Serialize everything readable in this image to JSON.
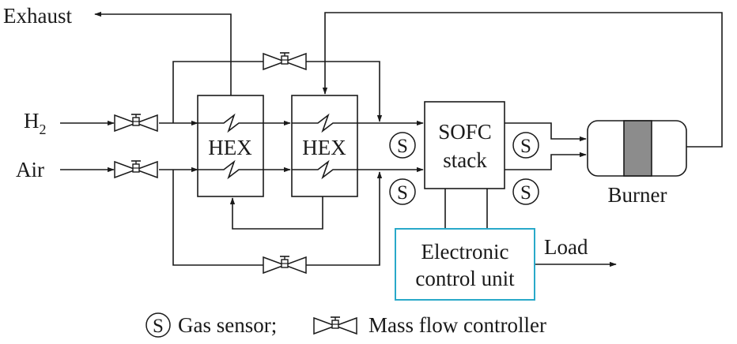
{
  "labels": {
    "exhaust": "Exhaust",
    "h2_main": "H",
    "h2_sub": "2",
    "air": "Air",
    "hex1": "HEX",
    "hex2": "HEX",
    "sofc_line1": "SOFC",
    "sofc_line2": "stack",
    "burner": "Burner",
    "ecu_line1": "Electronic",
    "ecu_line2": "control unit",
    "load": "Load",
    "sensor_symbol": "S"
  },
  "legend": {
    "sensor_text": "Gas sensor;",
    "mfc_text": "Mass flow controller"
  },
  "colors": {
    "line": "#1a1a1a",
    "ecu_border": "#29a9c9",
    "burner_core": "#8c8c8c"
  }
}
